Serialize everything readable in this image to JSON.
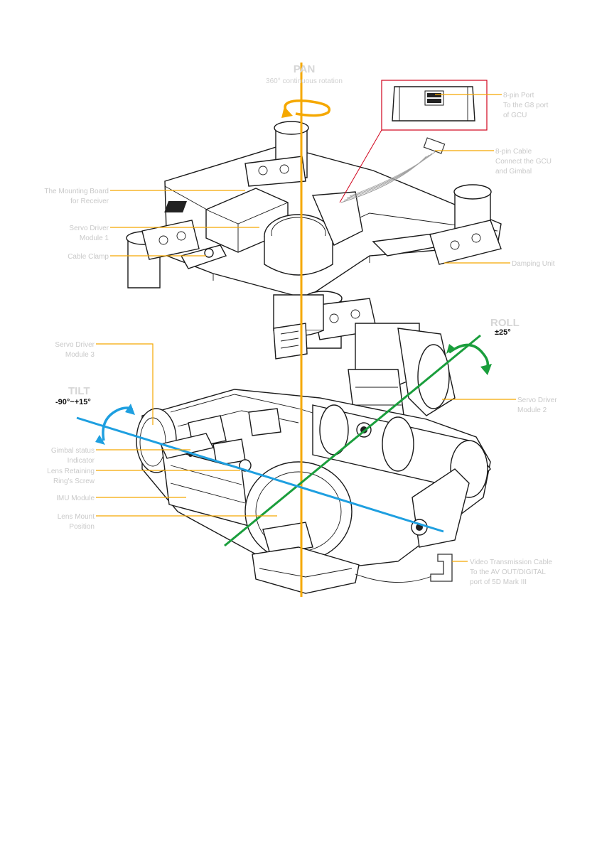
{
  "colors": {
    "pan_axis": "#F5A800",
    "roll_axis": "#1A9E3C",
    "tilt_axis": "#1E9FE0",
    "leader": "#F5A800",
    "inset_border": "#D0021B",
    "label": "#C9C9C9"
  },
  "axes": {
    "pan": {
      "title": "PAN",
      "subtitle": "360° continuous rotation"
    },
    "roll": {
      "title": "ROLL",
      "range": "±25°"
    },
    "tilt": {
      "title": "TILT",
      "range": "-90°~+15°"
    }
  },
  "labels": {
    "port_8pin": [
      "8-pin Port",
      "To the G8 port",
      "of GCU"
    ],
    "cable_8pin": [
      "8-pin Cable",
      "Connect the GCU",
      "and Gimbal"
    ],
    "mounting_board": [
      "The Mounting Board",
      "for Receiver"
    ],
    "servo_driver_1": [
      "Servo Driver",
      "Module 1"
    ],
    "cable_clamp": [
      "Cable Clamp"
    ],
    "damping_unit": [
      "Damping Unit"
    ],
    "servo_driver_3": [
      "Servo Driver",
      "Module 3"
    ],
    "servo_driver_2": [
      "Servo Driver",
      "Module 2"
    ],
    "gimbal_status": [
      "Gimbal status",
      "Indicator"
    ],
    "lens_retaining": [
      "Lens Retaining",
      "Ring's Screw"
    ],
    "imu_module": [
      "IMU Module"
    ],
    "lens_mount": [
      "Lens Mount",
      "Position"
    ],
    "video_cable": [
      "Video Transmission Cable",
      "To the AV OUT/DIGITAL",
      "port of 5D Mark III"
    ]
  },
  "icons": [
    "rotation-arrow-icon",
    "connector-icon",
    "video-plug-icon"
  ]
}
